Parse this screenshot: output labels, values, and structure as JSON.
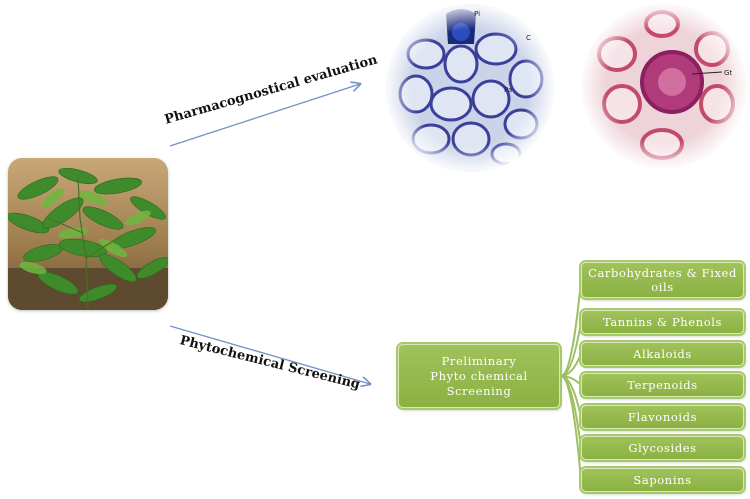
{
  "arrows": {
    "pharmacognostical": "Pharmacognostical evaluation",
    "phytochemical": "Phytochemical Screening"
  },
  "screening_box": {
    "line1": "Preliminary",
    "line2": "Phyto chemical",
    "line3": "Screening"
  },
  "categories": [
    "Carbohydrates & Fixed oils",
    "Tannins & Phenols",
    "Alkaloids",
    "Terpenoids",
    "Flavonoids",
    "Glycosides",
    "Saponins"
  ],
  "micrograph_labels": {
    "blue": [
      "Pi",
      "Pa",
      "C"
    ],
    "pink": [
      "Gt"
    ]
  },
  "colors": {
    "box_fill": "#8bb143",
    "box_border": "#a8c96b",
    "arrow": "#6f93c4",
    "connector": "#9ebf63"
  }
}
